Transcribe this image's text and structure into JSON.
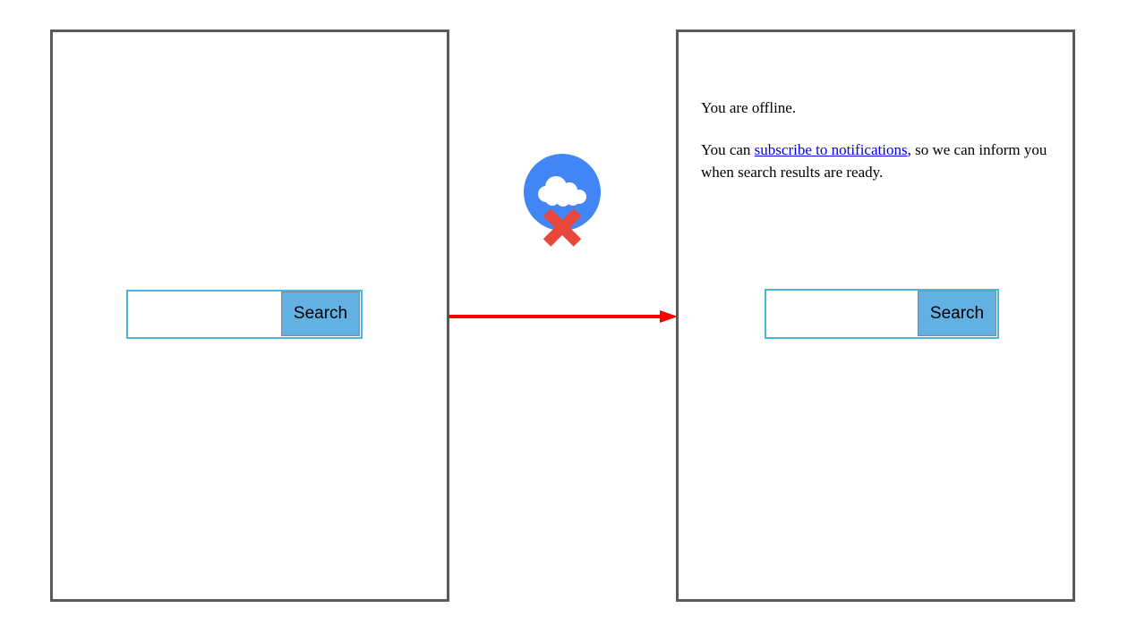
{
  "colors": {
    "panel_border": "#5A5A5A",
    "search_input_border": "#4DB8D5",
    "search_button_bg": "#63B1E2",
    "search_button_border": "#7F8A93",
    "offline_circle_blue": "#4285F4",
    "offline_x_red": "#E8473C",
    "arrow_red": "#FB0000",
    "link_blue": "#0000EE"
  },
  "left_panel": {
    "search": {
      "input_value": "",
      "button_label": "Search"
    }
  },
  "right_panel": {
    "offline_message": "You are offline.",
    "notify_prefix": "You can ",
    "notify_link": "subscribe to notifications",
    "notify_suffix": ", so we can inform you when search results are ready.",
    "search": {
      "input_value": "",
      "button_label": "Search"
    }
  },
  "icons": {
    "offline_cloud": "cloud-offline-icon",
    "flow_arrow": "arrow-right-icon"
  }
}
